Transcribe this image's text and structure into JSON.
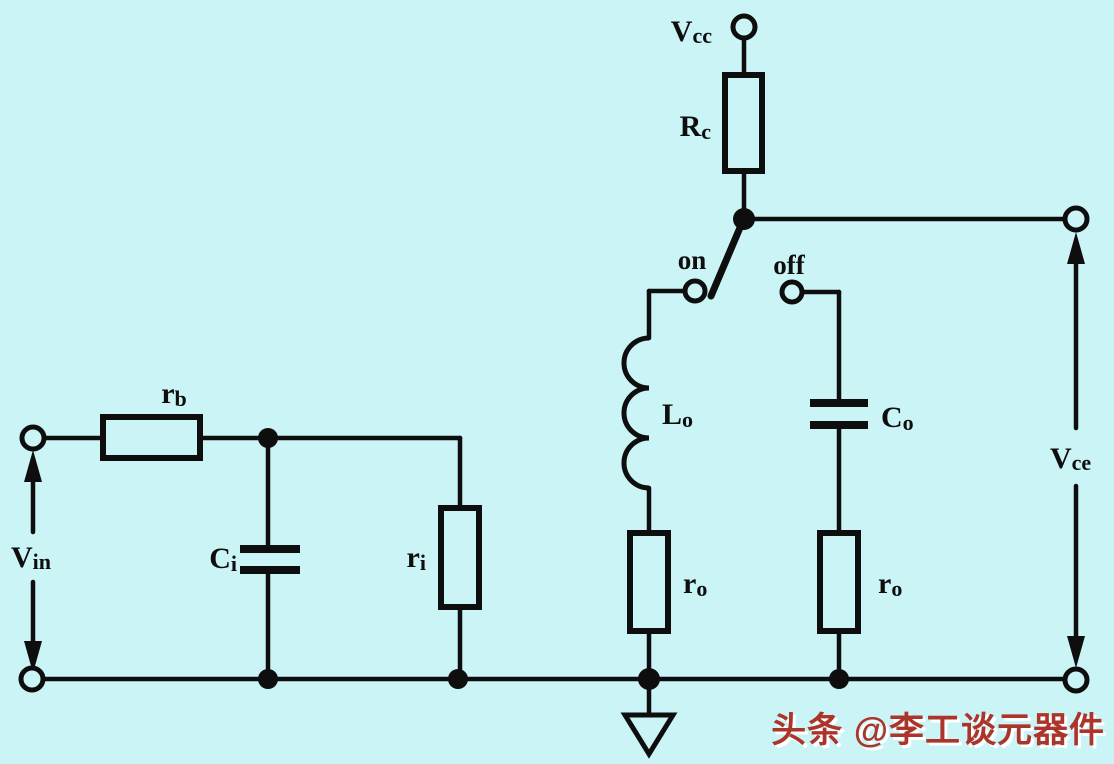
{
  "diagram": {
    "type": "circuit-schematic",
    "background_color": "#caf4f5",
    "ink_color": "#0e0e0e"
  },
  "labels": {
    "vcc": {
      "main": "V",
      "sub": "cc"
    },
    "rc": {
      "main": "R",
      "sub": "c"
    },
    "on": "on",
    "off": "off",
    "lo": {
      "main": "L",
      "sub": "o"
    },
    "ro_left": {
      "main": "r",
      "sub": "o"
    },
    "ro_right": {
      "main": "r",
      "sub": "o"
    },
    "co": {
      "main": "C",
      "sub": "o"
    },
    "ci": {
      "main": "C",
      "sub": "i"
    },
    "ri": {
      "main": "r",
      "sub": "i"
    },
    "rb": {
      "main": "r",
      "sub": "b"
    },
    "vin": {
      "main": "V",
      "sub": "in"
    },
    "vce": {
      "main": "V",
      "sub": "ce"
    }
  },
  "watermark": {
    "text": "头条 @李工谈元器件",
    "color": "#ab352a"
  }
}
